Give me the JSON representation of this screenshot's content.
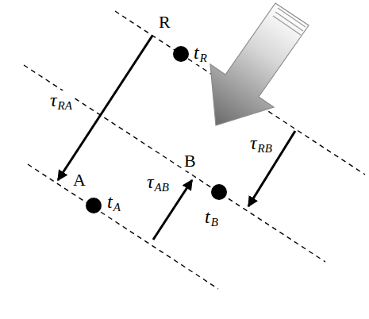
{
  "diagram": {
    "labels": [
      "R",
      "tR",
      "τRA",
      "τRB",
      "B",
      "A",
      "τAB",
      "tA",
      "tB"
    ]
  }
}
